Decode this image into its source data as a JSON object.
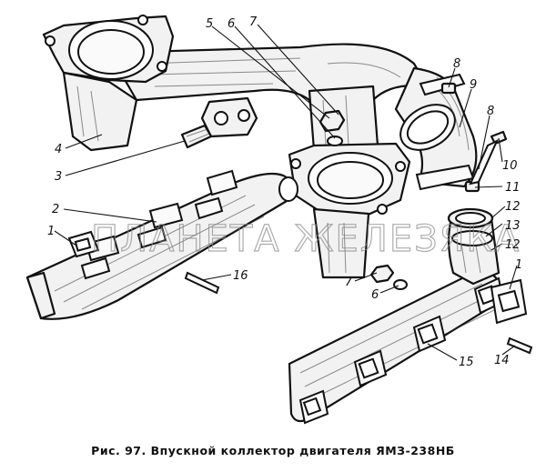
{
  "callouts": {
    "c1a": "1",
    "c1b": "1",
    "c2": "2",
    "c3": "3",
    "c4": "4",
    "c5": "5",
    "c6a": "6",
    "c6b": "6",
    "c7a": "7",
    "c7b": "7",
    "c8a": "8",
    "c8b": "8",
    "c9": "9",
    "c10": "10",
    "c11": "11",
    "c12a": "12",
    "c12b": "12",
    "c13": "13",
    "c14": "14",
    "c15": "15",
    "c16": "16"
  },
  "watermark": "ПЛАНЕТА ЖЕЛЕЗЯКА",
  "caption": "Рис. 97. Впускной коллектор двигателя ЯМЗ-238НБ"
}
